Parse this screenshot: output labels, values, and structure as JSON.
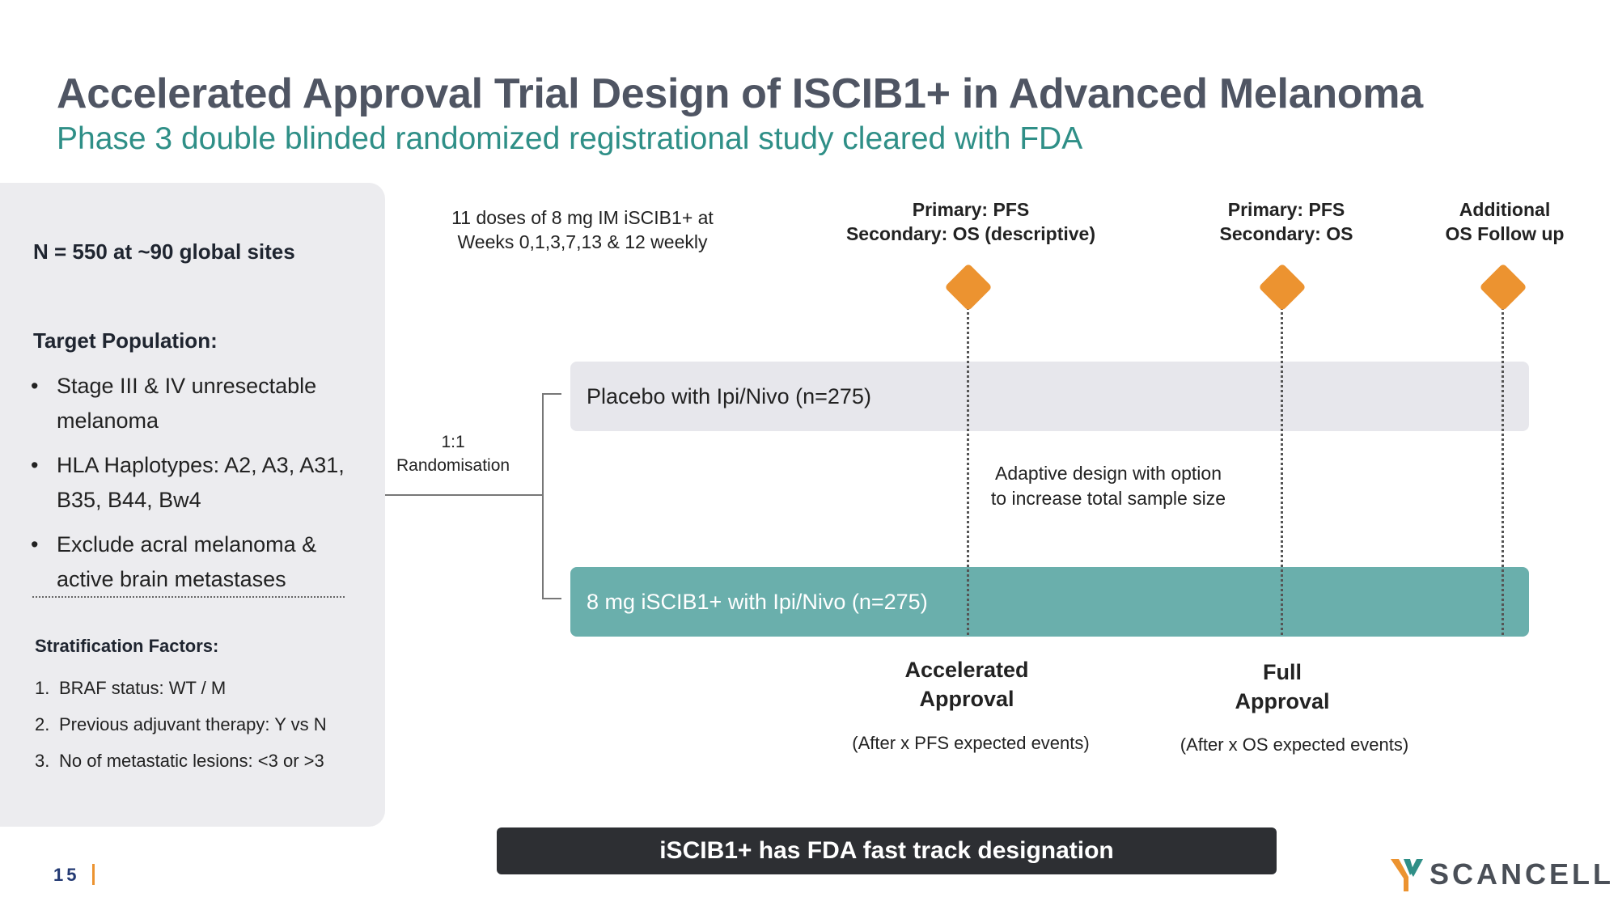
{
  "title": "Accelerated Approval Trial Design of ISCIB1+ in Advanced Melanoma",
  "subtitle": "Phase 3 double blinded randomized registrational study cleared with FDA",
  "left_panel": {
    "sites": "N = 550 at ~90 global sites",
    "target_heading": "Target Population:",
    "target_items": [
      "Stage III & IV unresectable melanoma",
      "HLA Haplotypes: A2, A3, A31, B35, B44, Bw4",
      "Exclude acral melanoma & active brain metastases"
    ],
    "strat_heading": "Stratification Factors:",
    "strat_items": [
      {
        "num": "1.",
        "text": "BRAF status: WT / M"
      },
      {
        "num": "2.",
        "text": "Previous adjuvant therapy: Y vs N"
      },
      {
        "num": "3.",
        "text": "No of metastatic lesions: <3 or >3"
      }
    ]
  },
  "diagram": {
    "doses_line1": "11 doses of 8 mg IM iSCIB1+ at",
    "doses_line2": "Weeks 0,1,3,7,13 & 12 weekly",
    "milestones": [
      {
        "line1": "Primary: PFS",
        "line2": "Secondary: OS (descriptive)"
      },
      {
        "line1": "Primary: PFS",
        "line2": "Secondary: OS"
      },
      {
        "line1": "Additional",
        "line2": "OS Follow up"
      }
    ],
    "randomisation_line1": "1:1",
    "randomisation_line2": "Randomisation",
    "placebo_arm": "Placebo with Ipi/Nivo (n=275)",
    "active_arm": "8 mg iSCIB1+ with Ipi/Nivo  (n=275)",
    "adaptive_line1": "Adaptive design with option",
    "adaptive_line2": "to increase total sample size",
    "approvals": [
      {
        "line1": "Accelerated",
        "line2": "Approval",
        "events": "(After x PFS expected events)"
      },
      {
        "line1": "Full",
        "line2": "Approval",
        "events": "(After x OS expected events)"
      }
    ]
  },
  "banner": "iSCIB1+ has FDA fast track designation",
  "page_number": "15",
  "logo": "SCANCELL",
  "colors": {
    "title": "#4f5563",
    "subtitle": "#2f8f87",
    "milestone_diamond": "#ec9330",
    "active_arm": "#6aafac",
    "placebo_arm": "#e7e7ec",
    "banner": "#2d2f33"
  }
}
